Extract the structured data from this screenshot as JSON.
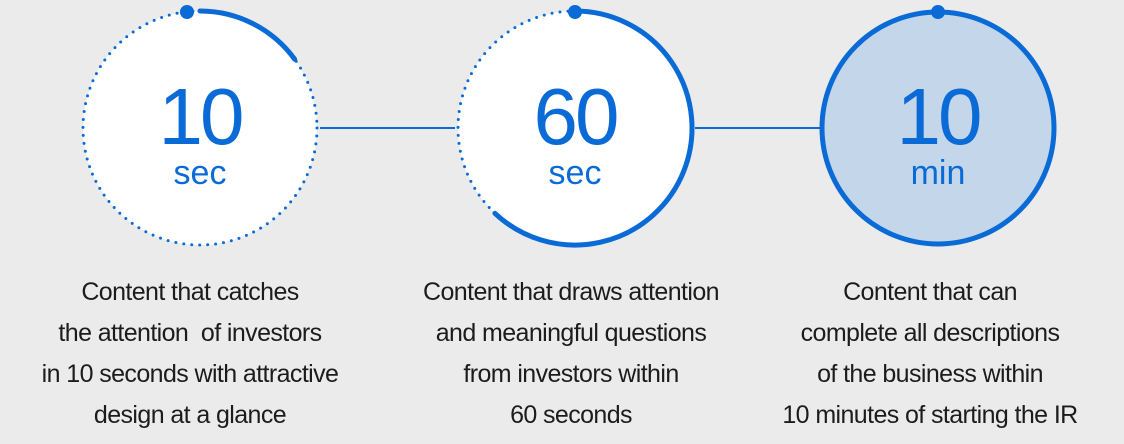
{
  "colors": {
    "accent": "#0a6ad6",
    "filled": "#c3d6ea",
    "background": "#ebebeb",
    "text": "#1c1c1c"
  },
  "steps": [
    {
      "value": "10",
      "unit": "sec",
      "progress": 0.15,
      "description": [
        "Content that catches",
        "the attention  of investors",
        "in 10 seconds with attractive",
        "design at a glance"
      ]
    },
    {
      "value": "60",
      "unit": "sec",
      "progress": 0.62,
      "description": [
        "Content that draws attention",
        "and meaningful questions",
        "from investors within",
        "60 seconds"
      ]
    },
    {
      "value": "10",
      "unit": "min",
      "progress": 1.0,
      "description": [
        "Content that can",
        "complete all descriptions",
        "of the business within",
        "10 minutes of starting the IR"
      ]
    }
  ]
}
